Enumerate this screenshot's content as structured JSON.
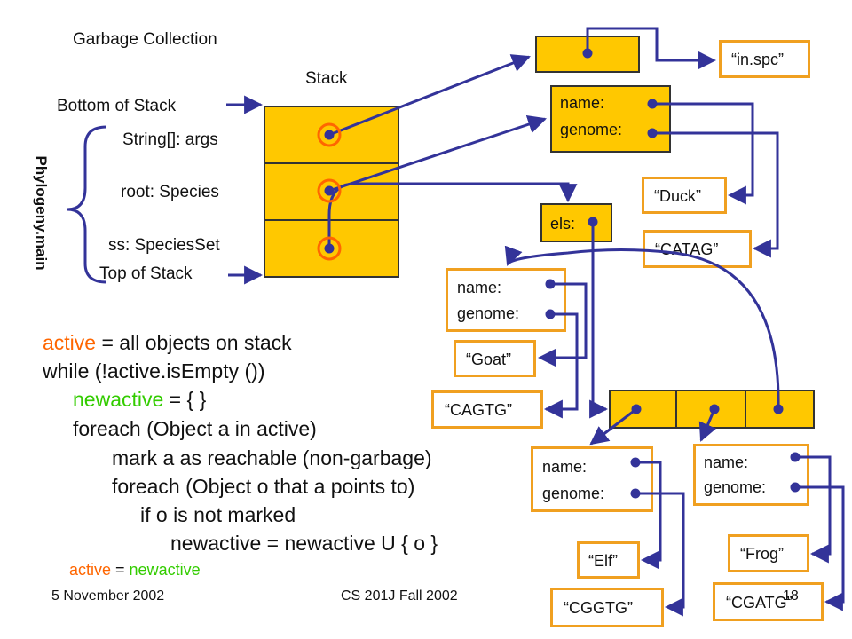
{
  "title": "Garbage Collection",
  "stack": {
    "heading": "Stack",
    "bottom_label": "Bottom of Stack",
    "top_label": "Top of Stack",
    "frame_label": "Phylogeny.main",
    "vars": [
      "String[]: args",
      "root: Species",
      "ss: SpeciesSet"
    ]
  },
  "fields": {
    "name": "name:",
    "genome": "genome:",
    "els": "els:"
  },
  "strings": {
    "in_spc": "“in.spc”",
    "duck": "“Duck”",
    "catag": "“CATAG”",
    "goat": "“Goat”",
    "cagtg": "“CAGTG”",
    "elf": "“Elf”",
    "cggtg": "“CGGTG”",
    "frog": "“Frog”",
    "cgatg": "“CGATG”"
  },
  "algorithm": {
    "line1_kw": "active",
    "line1_rest": " = all objects on stack",
    "line2": "while (!active.isEmpty ())",
    "line3_kw": "newactive",
    "line3_rest": " = { }",
    "line4": "foreach (Object a in active)",
    "line5": "mark a as reachable (non-garbage)",
    "line6": "foreach (Object o that a points to)",
    "line7": "if o is not marked",
    "line8": "newactive = newactive U { o }",
    "line9_kw1": "active",
    "line9_eq": " = ",
    "line9_kw2": "newactive"
  },
  "footer": {
    "date": "5 November 2002",
    "course": "CS 201J Fall 2002",
    "page": "18"
  },
  "colors": {
    "object_fill": "#ffc800",
    "string_border": "#f0a020",
    "pointer": "#333399",
    "highlight": "#ff6600",
    "green": "#33cc00"
  }
}
